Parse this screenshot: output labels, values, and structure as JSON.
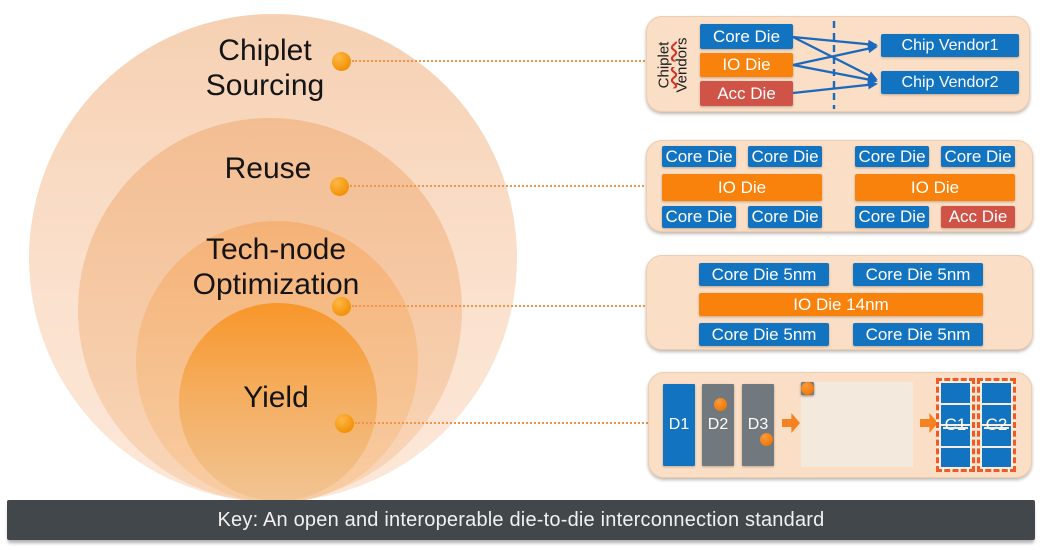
{
  "rings": [
    {
      "label": "Chiplet Sourcing",
      "lines": [
        "Chiplet",
        "Sourcing"
      ]
    },
    {
      "label": "Reuse",
      "lines": [
        "Reuse"
      ]
    },
    {
      "label": "Tech-node Optimization",
      "lines": [
        "Tech-node",
        "Optimization"
      ]
    },
    {
      "label": "Yield",
      "lines": [
        "Yield"
      ]
    }
  ],
  "panel_sourcing": {
    "side_label": {
      "line1": "Chiplet",
      "line2": "Vendors"
    },
    "dies": [
      "Core Die",
      "IO Die",
      "Acc Die"
    ],
    "vendors": [
      "Chip Vendor1",
      "Chip Vendor2"
    ],
    "connections": [
      "Core Die-Chip Vendor1",
      "Core Die-Chip Vendor2",
      "IO Die-Chip Vendor1",
      "IO Die-Chip Vendor2",
      "Acc Die-Chip Vendor2"
    ]
  },
  "panel_reuse": {
    "groups": [
      {
        "top": [
          "Core Die",
          "Core Die"
        ],
        "middle": "IO Die",
        "bottom": [
          "Core Die",
          "Core Die"
        ]
      },
      {
        "top": [
          "Core Die",
          "Core Die"
        ],
        "middle": "IO Die",
        "bottom": [
          "Core Die",
          "Acc Die"
        ]
      }
    ]
  },
  "panel_technode": {
    "top": [
      "Core Die 5nm",
      "Core  Die 5nm"
    ],
    "middle": "IO Die 14nm",
    "bottom": [
      "Core Die 5nm",
      "Core Die 5nm"
    ]
  },
  "panel_yield": {
    "source_dies": [
      "D1",
      "D2",
      "D3"
    ],
    "assembled_chips": [
      "C1",
      "C2"
    ]
  },
  "footer": {
    "text": "Key: An open and interoperable die-to-die interconnection standard"
  },
  "colors": {
    "die_blue": "#1273c0",
    "die_orange": "#f8820b",
    "die_red": "#d05347",
    "die_gray": "#71787e",
    "panel_bg": "#fadec6",
    "arrow_blue": "#1a69bd",
    "block_arrow_orange": "#f58220",
    "chip_outline_orange": "#f15a22",
    "connector_dot_orange": "#ef9449",
    "footer_bg": "#42474c",
    "ring_inner_orange": "#f8962a",
    "ring_outer_peach": "#fbe2cf"
  }
}
